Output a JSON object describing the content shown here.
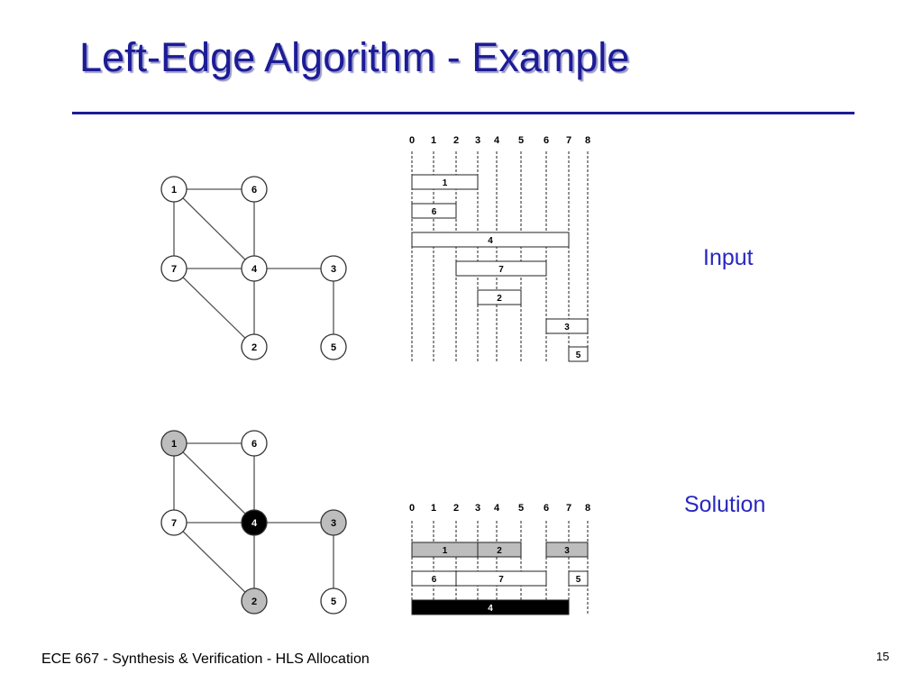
{
  "slide": {
    "title": "Left-Edge Algorithm - Example",
    "input_label": "Input",
    "solution_label": "Solution",
    "footer": "ECE 667 - Synthesis & Verification - HLS Allocation",
    "page_number": "15"
  },
  "colors": {
    "title": "#1c1c96",
    "label": "#2828c0",
    "gray_fill": "#bdbdbd",
    "black_fill": "#000000"
  },
  "graph": {
    "nodes": [
      "1",
      "6",
      "7",
      "4",
      "3",
      "2",
      "5"
    ],
    "edges": [
      [
        "1",
        "6"
      ],
      [
        "1",
        "7"
      ],
      [
        "1",
        "4"
      ],
      [
        "6",
        "4"
      ],
      [
        "7",
        "4"
      ],
      [
        "4",
        "3"
      ],
      [
        "4",
        "2"
      ],
      [
        "7",
        "2"
      ],
      [
        "3",
        "5"
      ]
    ],
    "input_coloring": {
      "1": "white",
      "6": "white",
      "7": "white",
      "4": "white",
      "3": "white",
      "2": "white",
      "5": "white"
    },
    "solution_coloring": {
      "1": "gray",
      "6": "white",
      "7": "white",
      "4": "black",
      "3": "gray",
      "2": "gray",
      "5": "white"
    }
  },
  "intervals": {
    "ticks": [
      "0",
      "1",
      "2",
      "3",
      "4",
      "5",
      "6",
      "7",
      "8"
    ],
    "input_rows": [
      [
        {
          "label": "1",
          "start": 0,
          "end": 3
        }
      ],
      [
        {
          "label": "6",
          "start": 0,
          "end": 2
        }
      ],
      [
        {
          "label": "4",
          "start": 0,
          "end": 7
        }
      ],
      [
        {
          "label": "7",
          "start": 2,
          "end": 6
        }
      ],
      [
        {
          "label": "2",
          "start": 3,
          "end": 5
        }
      ],
      [
        {
          "label": "3",
          "start": 6,
          "end": 8
        }
      ],
      [
        {
          "label": "5",
          "start": 7,
          "end": 8
        }
      ]
    ],
    "solution_rows": [
      [
        {
          "label": "1",
          "start": 0,
          "end": 3,
          "fill": "gray"
        },
        {
          "label": "2",
          "start": 3,
          "end": 5,
          "fill": "gray"
        },
        {
          "label": "3",
          "start": 6,
          "end": 8,
          "fill": "gray"
        }
      ],
      [
        {
          "label": "6",
          "start": 0,
          "end": 2,
          "fill": "white"
        },
        {
          "label": "7",
          "start": 2,
          "end": 6,
          "fill": "white"
        },
        {
          "label": "5",
          "start": 7,
          "end": 8,
          "fill": "white"
        }
      ],
      [
        {
          "label": "4",
          "start": 0,
          "end": 7,
          "fill": "black"
        }
      ]
    ]
  }
}
